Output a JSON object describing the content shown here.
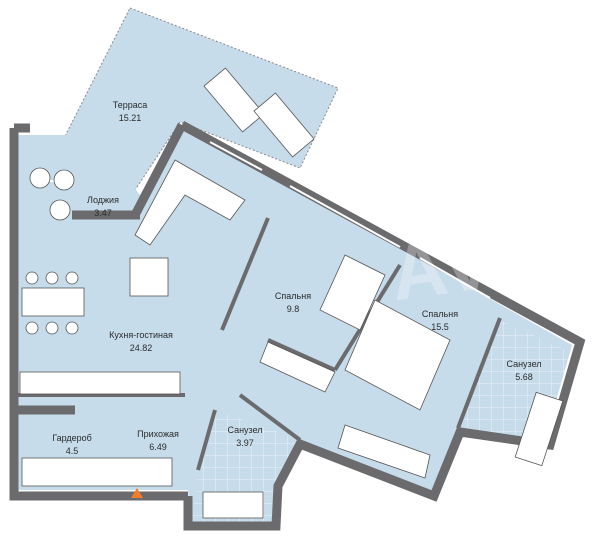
{
  "colors": {
    "floor": "#c6dcea",
    "wall": "#6b6b6e",
    "furniture": "#ffffff",
    "entrance": "#f07d2a"
  },
  "watermark": "Avito",
  "rooms": [
    {
      "name": "Терраса",
      "area": "15.21"
    },
    {
      "name": "Лоджия",
      "area": "3.47"
    },
    {
      "name": "Кухня-гостиная",
      "area": "24.82"
    },
    {
      "name": "Спальня",
      "area": "9.8"
    },
    {
      "name": "Спальня",
      "area": "15.5"
    },
    {
      "name": "Санузел",
      "area": "5.68"
    },
    {
      "name": "Гардероб",
      "area": "4.5"
    },
    {
      "name": "Прихожая",
      "area": "6.49"
    },
    {
      "name": "Санузел",
      "area": "3.97"
    }
  ],
  "entrance_icon": "triangle-up-icon"
}
